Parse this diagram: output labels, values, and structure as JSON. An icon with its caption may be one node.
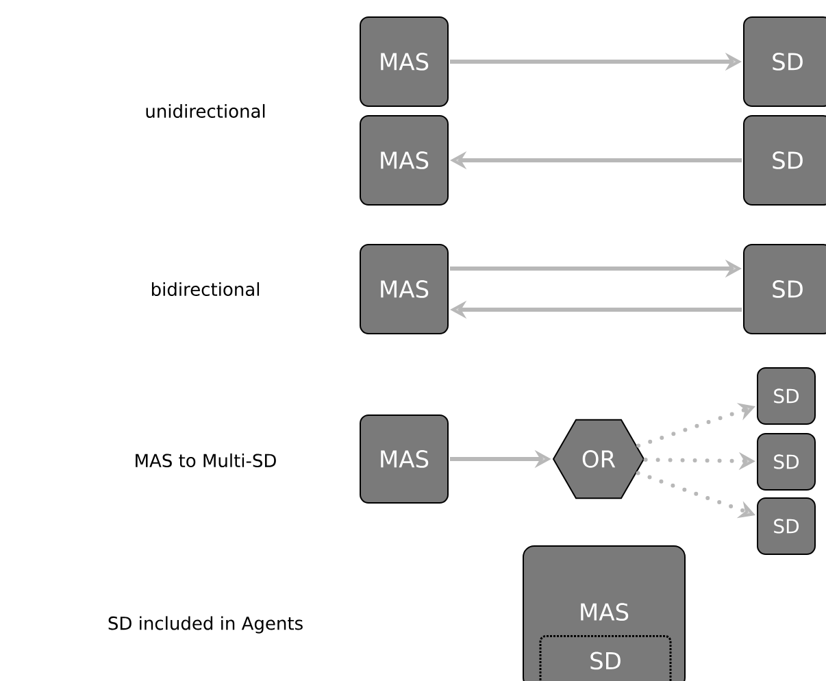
{
  "diagram": {
    "nodes": [
      {
        "text": [
          "MAS"
        ]
      },
      {
        "text": [
          "SD"
        ]
      },
      {
        "text": [
          "MAS"
        ]
      },
      {
        "text": [
          "SD"
        ]
      },
      {
        "text": [
          "MAS"
        ]
      },
      {
        "text": [
          "SD"
        ]
      },
      {
        "text": [
          "MAS"
        ]
      },
      {
        "text": [
          "OR"
        ]
      },
      {
        "text": [
          "SD"
        ]
      },
      {
        "text": [
          "SD"
        ]
      },
      {
        "text": [
          "SD"
        ]
      },
      {
        "text": [
          "MAS"
        ]
      },
      {
        "text": [
          "SD"
        ],
        "in": 11
      }
    ],
    "edges": [
      {
        "from": 0,
        "to": 1,
        "arrow": "to"
      },
      {
        "from": 3,
        "to": 2,
        "arrow": "to"
      },
      {
        "from": 4,
        "to": 5,
        "arrow": "to"
      },
      {
        "from": 5,
        "to": 4,
        "arrow": "to"
      },
      {
        "from": 6,
        "to": 7,
        "arrow": "to"
      },
      {
        "from": 7,
        "to": 8,
        "arrow": "to",
        "style": "dashed"
      },
      {
        "from": 7,
        "to": 9,
        "arrow": "to",
        "style": "dashed"
      },
      {
        "from": 7,
        "to": 10,
        "arrow": "to",
        "style": "dashed"
      }
    ],
    "labels": [
      "unidirectional",
      "bidirectional",
      "MAS to Multi-SD",
      "SD included in Agents"
    ]
  }
}
